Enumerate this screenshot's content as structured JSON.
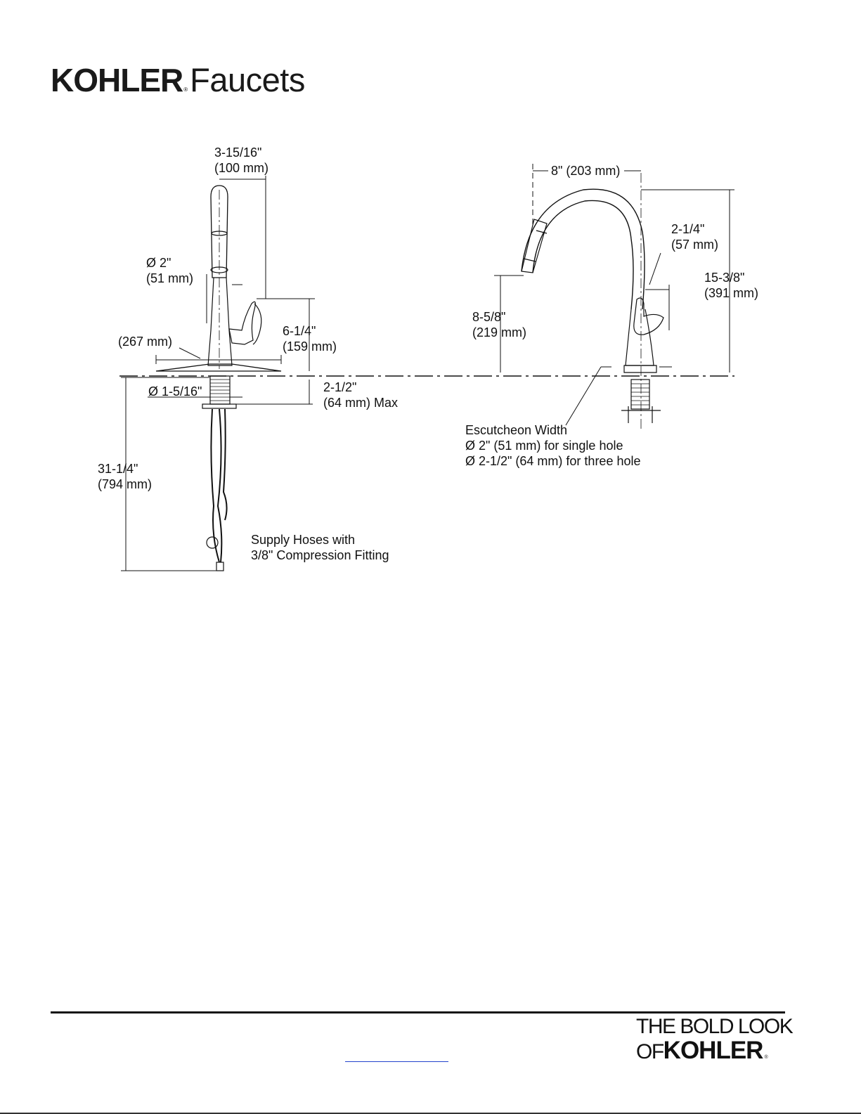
{
  "header": {
    "brand_bold": "KOHLER",
    "brand_reg": "®",
    "brand_light": "Faucets"
  },
  "front_view": {
    "spout_width": "3-15/16\"",
    "spout_width_mm": "(100 mm)",
    "spout_dia": "Ø 2\"",
    "spout_dia_mm": "(51 mm)",
    "base_plate_mm": "(267 mm)",
    "handle_height": "6-1/4\"",
    "handle_height_mm": "(159 mm)",
    "shank_dia": "Ø 1-5/16\"",
    "deck_max": "2-1/2\"",
    "deck_max_mm": "(64 mm) Max",
    "overall_length": "31-1/4\"",
    "overall_length_mm": "(794 mm)",
    "hose_note_1": "Supply Hoses with",
    "hose_note_2": "3/8\" Compression Fitting"
  },
  "side_view": {
    "reach": "8\" (203 mm)",
    "spout_offset": "2-1/4\"",
    "spout_offset_mm": "(57 mm)",
    "overall_height": "15-3/8\"",
    "overall_height_mm": "(391 mm)",
    "outlet_height": "8-5/8\"",
    "outlet_height_mm": "(219 mm)",
    "escutcheon_title": "Escutcheon Width",
    "escutcheon_single": "Ø 2\" (51 mm) for single hole",
    "escutcheon_three": "Ø 2-1/2\" (64 mm) for three hole"
  },
  "footer": {
    "tagline_1": "THE BOLD LOOK",
    "tagline_of": "OF",
    "tagline_kohler": "KOHLER",
    "tagline_reg": "®"
  }
}
